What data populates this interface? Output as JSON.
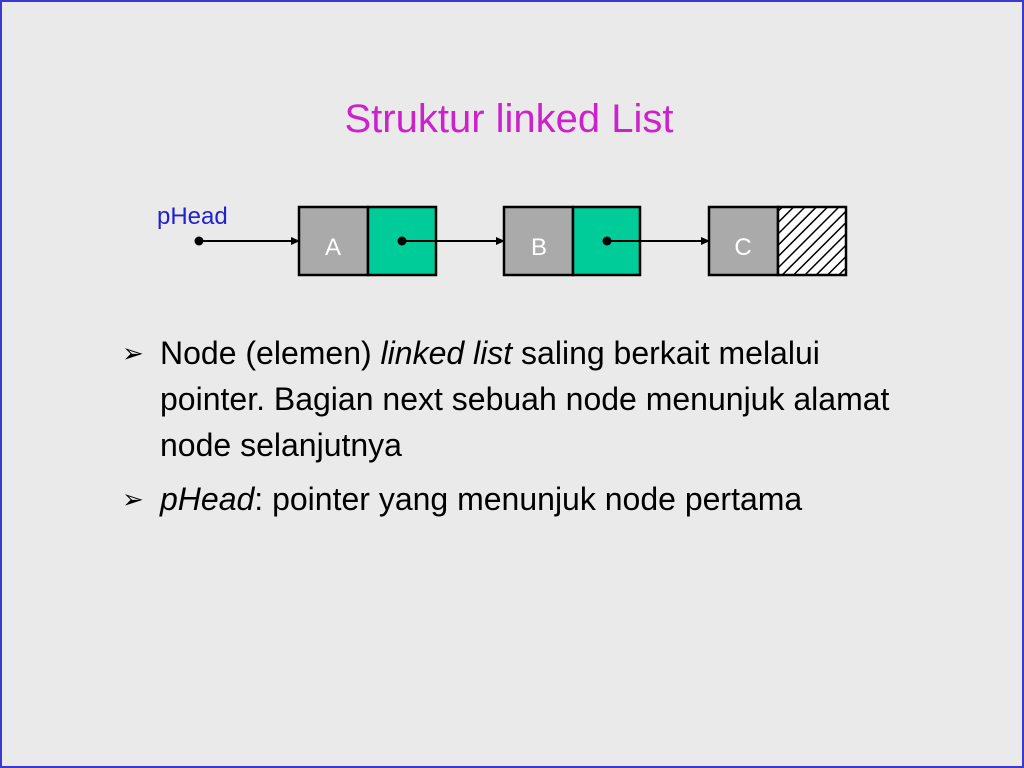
{
  "slide": {
    "title": "Struktur linked List"
  },
  "diagram": {
    "head_label": "pHead",
    "nodes": [
      {
        "label": "A",
        "next": "pointer"
      },
      {
        "label": "B",
        "next": "pointer"
      },
      {
        "label": "C",
        "next": "null"
      }
    ],
    "colors": {
      "data_cell": "#aaaaaa",
      "pointer_cell": "#00cc99",
      "head_label": "#2222cc",
      "border": "#000000"
    }
  },
  "bullets": [
    {
      "marker": "➢",
      "parts": [
        {
          "text": "Node (elemen) ",
          "italic": false
        },
        {
          "text": "linked list",
          "italic": true
        },
        {
          "text": " saling berkait melalui pointer. Bagian next sebuah node menunjuk alamat node selanjutnya",
          "italic": false
        }
      ]
    },
    {
      "marker": "➢",
      "parts": [
        {
          "text": "pHead",
          "italic": true
        },
        {
          "text": ": pointer yang menunjuk node pertama",
          "italic": false
        }
      ]
    }
  ]
}
